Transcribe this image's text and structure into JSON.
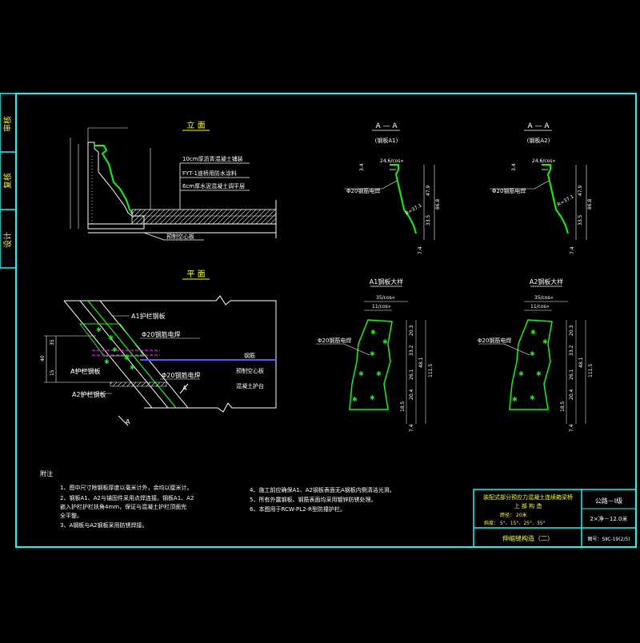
{
  "side_labels": [
    "审核",
    "复核",
    "设计"
  ],
  "elevation": {
    "title": "立 面",
    "layers": [
      "10cm厚沥青混凝土铺装",
      "FYT-1道桥用防水涂料",
      "6cm厚水泥混凝土调平层"
    ],
    "slab_label": "预制空心板"
  },
  "plan": {
    "title": "平 面",
    "labels": [
      "A1护栏钢板",
      "Φ20钢筋电焊",
      "钢筋",
      "A护栏钢板",
      "Φ20钢筋电焊",
      "预制空心板",
      "A2护栏钢板",
      "混凝土护台"
    ],
    "section_mark": "A",
    "dims_left": [
      "35",
      "40",
      "15"
    ]
  },
  "sections": [
    {
      "title": "A — A",
      "subtitle": "(钢板A1)",
      "weld": "Φ20钢筋电焊",
      "dims": [
        "47.9",
        "33.5",
        "7.4"
      ],
      "total": "86.8",
      "top_dim": "24.6/cos∝",
      "side_dim": "3.4",
      "r_label": "R=37.1"
    },
    {
      "title": "A — A",
      "subtitle": "(钢板A2)",
      "weld": "Φ20钢筋电焊",
      "dims": [
        "47.9",
        "33.5",
        "7.4"
      ],
      "total": "86.8",
      "top_dim": "24.6/cos∝",
      "side_dim": "3.4",
      "r_label": "R=37.1"
    }
  ],
  "plates": [
    {
      "title": "A1钢板大样",
      "weld": "Φ20钢筋电焊",
      "top_dims": [
        "35/cos∝",
        "11/cos∝"
      ],
      "dims": [
        "20.3",
        "33.2",
        "26.1",
        "20.4",
        "18.5",
        "7.4"
      ],
      "mid": "48.1",
      "total": "111.5"
    },
    {
      "title": "A2钢板大样",
      "weld": "Φ20钢筋电焊",
      "top_dims": [
        "35/cos∝",
        "11/cos∝"
      ],
      "dims": [
        "20.3",
        "33.2",
        "26.1",
        "20.4",
        "18.5",
        "7.4"
      ],
      "mid": "48.1",
      "total": "111.5"
    }
  ],
  "notes": {
    "heading": "附注",
    "left": [
      "1、图中尺寸除钢板厚度以毫米计外，余均以厘米计。",
      "2、钢板A1、A2与锚固件采用点焊连接。钢板A1、A2",
      "   嵌入护栏护栏扶角4mm，保证与混凝土护栏顶面完",
      "   全平整。",
      "3、A钢板与A2钢板采用防锈焊接。"
    ],
    "right": [
      "4、施工前应确保A1、A2钢板表面无A钢板内侧清洁光滑。",
      "5、所有外露钢板、钢筋表面均采用镀锌防锈处理。",
      "6、本图用于RCW-PL2-R型防撞护栏。"
    ]
  },
  "title_block": {
    "project_line1": "装配式部分预应力混凝土连续箱梁桥",
    "project_line2": "上 部 构 造",
    "span": "跨径： 20米",
    "skew": "斜度： 5°、15°、25°、35°",
    "drawing_title": "伸缩缝构造（二）",
    "grade": "公路－I级",
    "lanes": "2×净－12.0米",
    "drawing_no": "图号：SⅡC-19(2/5)"
  }
}
